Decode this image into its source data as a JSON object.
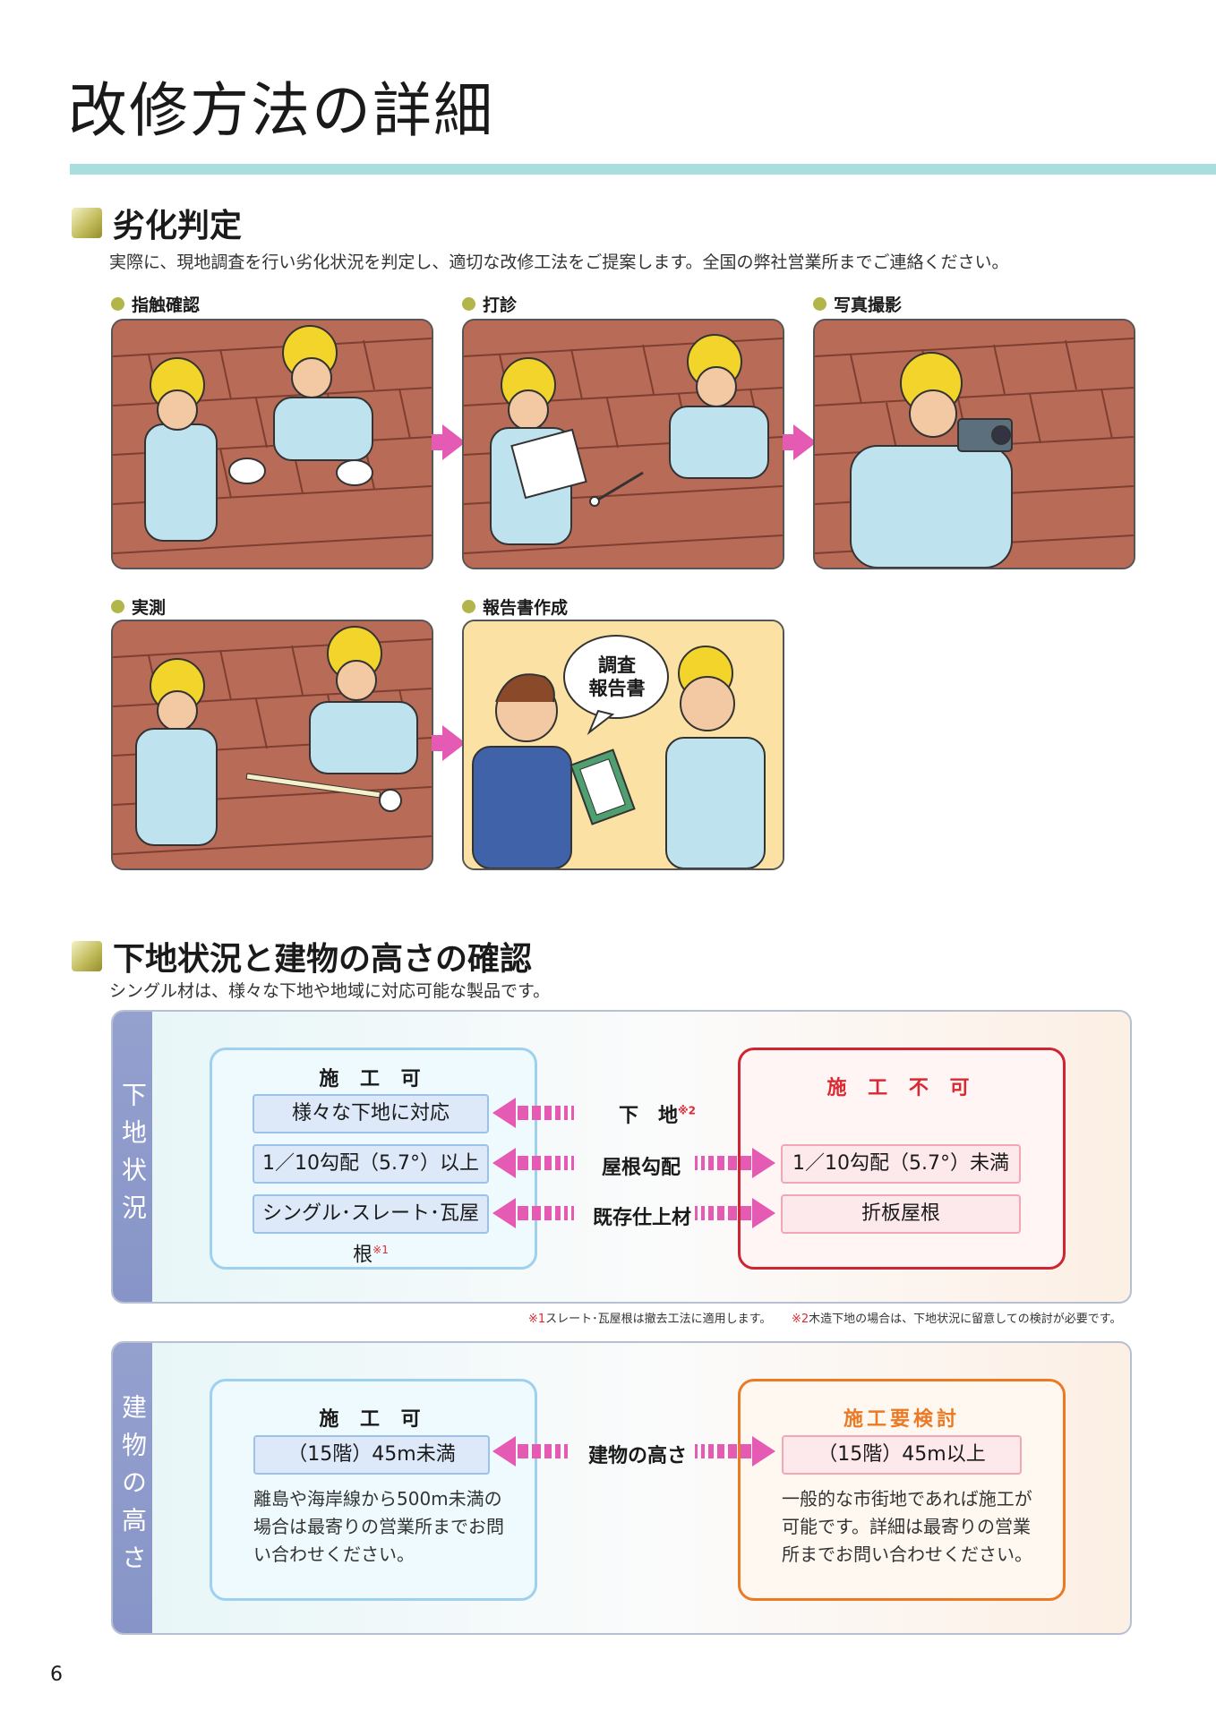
{
  "page_title": "改修方法の詳細",
  "page_number": "6",
  "section1": {
    "heading": "劣化判定",
    "description": "実際に、現地調査を行い劣化状況を判定し、適切な改修工法をご提案します。全国の弊社営業所までご連絡ください。",
    "steps": [
      {
        "label": "指触確認"
      },
      {
        "label": "打診"
      },
      {
        "label": "写真撮影"
      },
      {
        "label": "実測"
      },
      {
        "label": "報告書作成",
        "speech_line1": "調査",
        "speech_line2": "報告書"
      }
    ]
  },
  "section2": {
    "heading": "下地状況と建物の高さの確認",
    "description": "シングル材は、様々な下地や地域に対応可能な製品です。",
    "panel1": {
      "side_label": "下地状況",
      "ok_head": "施 工 可",
      "ng_head": "施 工 不 可",
      "rows": [
        {
          "ok": "様々な下地に対応",
          "mid": "下　地",
          "mid_sup": "※2",
          "ng": ""
        },
        {
          "ok": "1／10勾配（5.7°）以上",
          "mid": "屋根勾配",
          "ng": "1／10勾配（5.7°）未満"
        },
        {
          "ok": "シングル･スレート･瓦屋根",
          "ok_sup": "※1",
          "mid": "既存仕上材",
          "ng": "折板屋根"
        }
      ],
      "footnote1_mark": "※1",
      "footnote1": "スレート･瓦屋根は撤去工法に適用します。",
      "footnote2_mark": "※2",
      "footnote2": "木造下地の場合は、下地状況に留意しての検討が必要です。"
    },
    "panel2": {
      "side_label": "建物の高さ",
      "ok_head": "施 工 可",
      "warn_head": "施工要検討",
      "mid": "建物の高さ",
      "ok_value": "（15階）45m未満",
      "warn_value": "（15階）45m以上",
      "ok_note": [
        "離島や海岸線から500m未満の",
        "場合は最寄りの営業所までお問",
        "い合わせください。"
      ],
      "warn_note": [
        "一般的な市街地であれば施工が",
        "可能です。詳細は最寄りの営業",
        "所までお問い合わせください。"
      ]
    }
  },
  "colors": {
    "accent_rule": "#a9dede",
    "arrow_pink": "#e55bb4",
    "ng_red": "#cf2431",
    "warn_orange": "#ea7a25",
    "ok_blue": "#9fd0ee",
    "side_purple": "#8794c7"
  }
}
